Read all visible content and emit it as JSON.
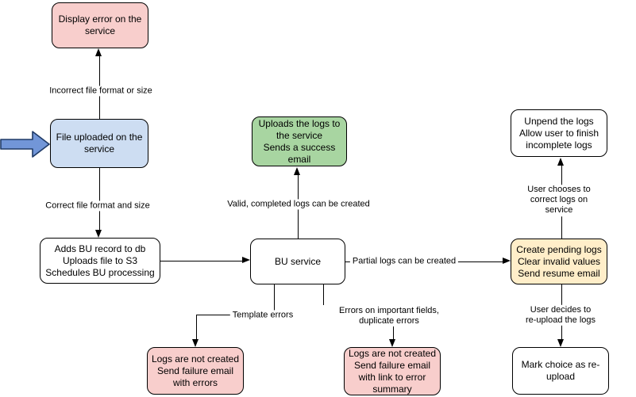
{
  "diagram": {
    "nodes": {
      "display_error": {
        "label": "Display error on the\nservice",
        "color": "#f8cecc"
      },
      "file_uploaded": {
        "label": "File uploaded on the\nservice",
        "color": "#cdddf2"
      },
      "adds_bu": {
        "label": "Adds BU record to db\nUploads file to S3\nSchedules BU processing",
        "color": "#ffffff"
      },
      "bu_service": {
        "label": "BU service",
        "color": "#ffffff"
      },
      "uploads_logs": {
        "label": "Uploads the logs to\nthe service\nSends a success\nemail",
        "color": "#a8d5a1"
      },
      "logs_failure_errors": {
        "label": "Logs are not created\nSend failure email\nwith errors",
        "color": "#f8cecc"
      },
      "logs_failure_summary": {
        "label": "Logs are not created\nSend failure email\nwith link to error\nsummary",
        "color": "#f8cecc"
      },
      "create_pending": {
        "label": "Create pending logs\nClear invalid values\nSend resume email",
        "color": "#ffeec9"
      },
      "unpend_logs": {
        "label": "Unpend the logs\nAllow user to finish\nincomplete logs",
        "color": "#ffffff"
      },
      "mark_reupload": {
        "label": "Mark choice as re-\nupload",
        "color": "#ffffff"
      }
    },
    "edge_labels": {
      "incorrect_format": "Incorrect file format or size",
      "correct_format": "Correct file format and size",
      "valid_logs": "Valid, completed logs can be created",
      "partial_logs": "Partial logs can be created",
      "template_errors": "Template errors",
      "important_errors": "Errors on important fields,\nduplicate errors",
      "user_corrects": "User chooses to correct logs on service",
      "user_reuploads": "User decides to re-upload the logs"
    },
    "colors": {
      "stroke": "#000000",
      "entry_arrow_fill": "#7296d8",
      "entry_arrow_stroke": "#1f3a66",
      "background": "#ffffff"
    }
  }
}
